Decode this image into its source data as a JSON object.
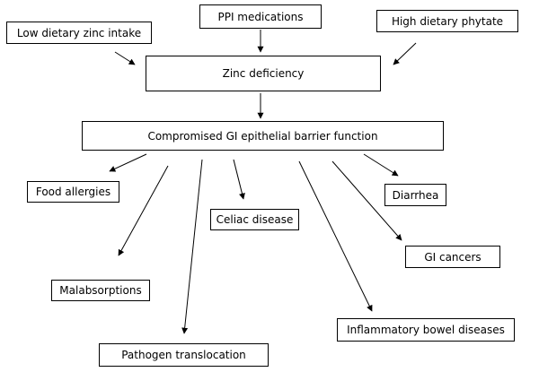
{
  "diagram": {
    "inputs": {
      "low_dietary_zinc": "Low dietary zinc intake",
      "ppi_medications": "PPI medications",
      "high_dietary_phytate": "High dietary phytate"
    },
    "zinc_deficiency": "Zinc deficiency",
    "compromised_barrier": "Compromised GI epithelial barrier function",
    "outcomes": {
      "food_allergies": "Food allergies",
      "malabsorptions": "Malabsorptions",
      "pathogen_translocation": "Pathogen translocation",
      "celiac_disease": "Celiac disease",
      "inflammatory_bowel_diseases": "Inflammatory bowel diseases",
      "gi_cancers": "GI cancers",
      "diarrhea": "Diarrhea"
    }
  }
}
